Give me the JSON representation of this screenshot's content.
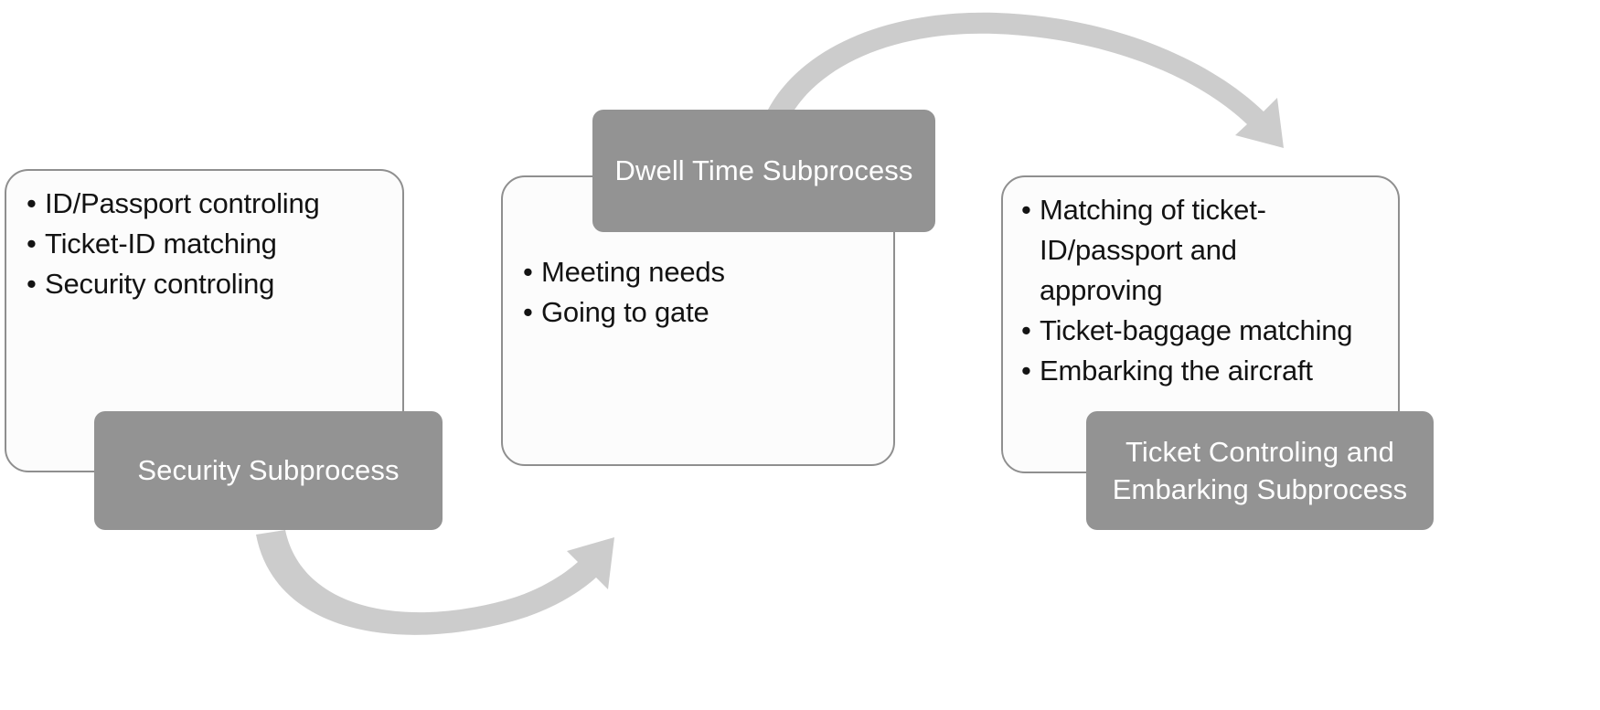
{
  "diagram": {
    "title": "Airport passenger process subprocess diagram",
    "accent_gray": "#939393",
    "arrow_gray": "#cccccc",
    "box_border": "#8f8f8f",
    "box_fill": "#fcfcfc",
    "text_color": "#131313",
    "label_text_color": "#ffffff"
  },
  "boxes": [
    {
      "id": "security",
      "bullets": [
        "ID/Passport controling",
        "Ticket-ID matching",
        "Security controling"
      ],
      "label": "Security Subprocess"
    },
    {
      "id": "dwell-time",
      "bullets": [
        "Meeting needs",
        "Going to gate"
      ],
      "label": "Dwell Time Subprocess"
    },
    {
      "id": "ticket-controling-embarking",
      "bullets": [
        "Matching of ticket-\nID/passport and\napproving",
        "Ticket-baggage matching",
        "Embarking the aircraft"
      ],
      "label": "Ticket Controling and\nEmbarking Subprocess"
    }
  ],
  "bullet_glyph": "•",
  "arrows": [
    {
      "id": "security-to-dwell",
      "from": "Security Subprocess",
      "to": "Dwell Time Subprocess",
      "direction": "up-right"
    },
    {
      "id": "dwell-to-ticket",
      "from": "Dwell Time Subprocess",
      "to": "Ticket Controling and Embarking Subprocess",
      "direction": "down-right"
    }
  ]
}
